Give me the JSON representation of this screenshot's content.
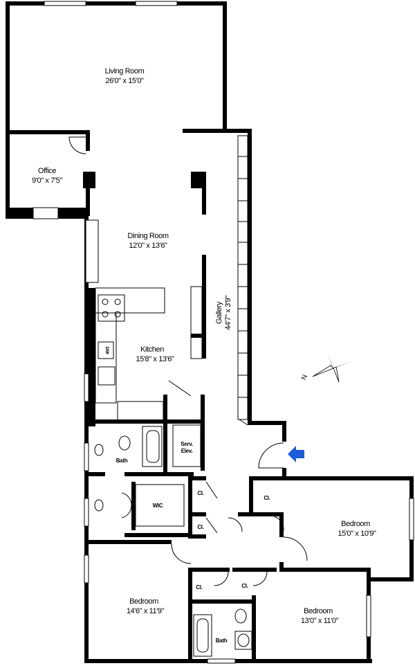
{
  "rooms": {
    "living": {
      "name": "Living Room",
      "dims": "26'0\" x 15'0\""
    },
    "office": {
      "name": "Office",
      "dims": "9'0\" x 7'5\""
    },
    "dining": {
      "name": "Dining Room",
      "dims": "12'0\" x 13'6\""
    },
    "kitchen": {
      "name": "Kitchen",
      "dims": "15'8\" x 13'6\""
    },
    "gallery": {
      "name": "Gallery",
      "dims": "44'7\" x 3'9\""
    },
    "bedroom_east": {
      "name": "Bedroom",
      "dims": "15'0\" x 10'9\""
    },
    "bedroom_south": {
      "name": "Bedroom",
      "dims": "13'0\" x 11'0\""
    },
    "bedroom_west": {
      "name": "Bedroom",
      "dims": "14'6\" x 11'9\""
    }
  },
  "small_labels": {
    "bath_1": "Bath",
    "bath_2": "Bath",
    "wic": "WIC",
    "serv_elev_1": "Serv.",
    "serv_elev_2": "Elev.",
    "closet_1": "Cl.",
    "closet_2": "Cl.",
    "closet_3": "Cl.",
    "closet_4": "Cl.",
    "closet_5": "Cl.",
    "dishwasher": "D/W"
  },
  "compass": {
    "north_label": "N"
  },
  "entry_arrow_color": "#1e5bd8"
}
